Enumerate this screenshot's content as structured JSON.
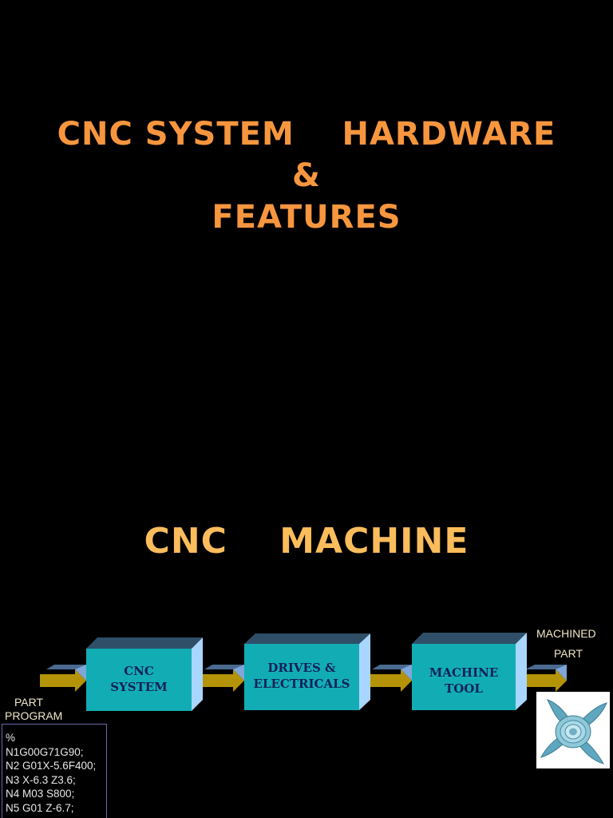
{
  "title": {
    "line1": "CNC SYSTEM    HARDWARE",
    "line2": "&",
    "line3": "FEATURES"
  },
  "subtitle": "CNC    MACHINE",
  "diagram": {
    "boxes": [
      {
        "line1": "CNC",
        "line2": "SYSTEM"
      },
      {
        "line1": "DRIVES &",
        "line2": "ELECTRICALS"
      },
      {
        "line1": "MACHINE",
        "line2": "TOOL"
      }
    ],
    "input_label": {
      "line1": "PART",
      "line2": "PROGRAM"
    },
    "output_label": {
      "line1": "MACHINED",
      "line2": "PART"
    },
    "colors": {
      "box_front": "#12adb4",
      "box_top": "#2f4f68",
      "box_side": "#a9d6ff",
      "arrow": "#b49307",
      "title": "#f7963e",
      "subtitle": "#fbbd5c"
    }
  },
  "program": {
    "lines": [
      "%",
      "N1G00G71G90;",
      "N2 G01X-5.6F400;",
      "N3 X-6.3 Z3.6;",
      "N4 M03 S800;",
      "N5 G01 Z-6.7;"
    ]
  },
  "part_image": {
    "icon": "fan-impeller-icon"
  }
}
